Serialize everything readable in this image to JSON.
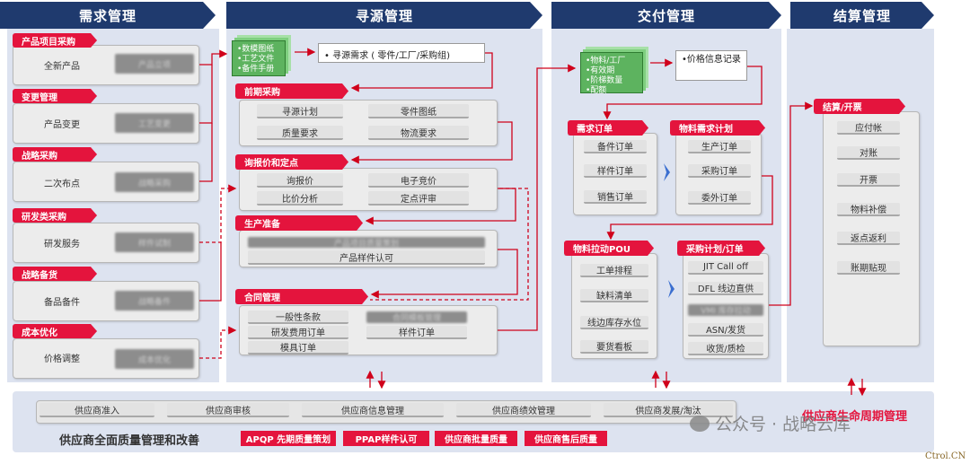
{
  "headers": {
    "demand": "需求管理",
    "sourcing": "寻源管理",
    "delivery": "交付管理",
    "settlement": "结算管理"
  },
  "demand": {
    "sections": [
      {
        "tag": "产品项目采购",
        "item": "全新产品",
        "blurred": "产品立项"
      },
      {
        "tag": "变更管理",
        "item": "产品变更",
        "blurred": "工艺变更"
      },
      {
        "tag": "战略采购",
        "item": "二次布点",
        "blurred": "战略采购"
      },
      {
        "tag": "研发类采购",
        "item": "研发服务",
        "blurred": "样件试制"
      },
      {
        "tag": "战略备货",
        "item": "备品备件",
        "blurred": "战略备件"
      },
      {
        "tag": "成本优化",
        "item": "价格调整",
        "blurred": "成本优化"
      }
    ]
  },
  "sourcing": {
    "docs": [
      "•数模图纸",
      "•工艺文件",
      "•备件手册"
    ],
    "request": "• 寻源需求 ( 零件/工厂/采购组)",
    "presourcing": {
      "tag": "前期采购",
      "items": [
        "寻源计划",
        "零件图纸",
        "质量要求",
        "物流要求"
      ]
    },
    "inquiry": {
      "tag": "询报价和定点",
      "items": [
        "询报价",
        "电子竞价",
        "比价分析",
        "定点评审"
      ]
    },
    "production": {
      "tag": "生产准备",
      "blurred": "产品项目质量策划",
      "item": "产品样件认可"
    },
    "contract": {
      "tag": "合同管理",
      "items": [
        "一般性条款",
        "研发费用订单",
        "模具订单",
        "样件订单"
      ],
      "blurred": "合同模板管理"
    }
  },
  "delivery": {
    "docs": [
      "•物料/工厂",
      "•有效期",
      "•阶梯数量",
      "•配额"
    ],
    "price_record": "•价格信息记录",
    "demand_order": {
      "tag": "需求订单",
      "items": [
        "备件订单",
        "样件订单",
        "销售订单"
      ]
    },
    "material_plan": {
      "tag": "物料需求计划",
      "items": [
        "生产订单",
        "采购订单",
        "委外订单"
      ]
    },
    "pull": {
      "tag": "物料拉动POU",
      "items": [
        "工单排程",
        "缺料清单",
        "线边库存水位",
        "要货看板"
      ]
    },
    "purchase_plan": {
      "tag": "采购计划/订单",
      "items": [
        "JIT Call off",
        "DFL 线边直供"
      ],
      "blurred": "VMI 库存拉动",
      "items2": [
        "ASN/发货",
        "收货/质检"
      ]
    }
  },
  "settlement": {
    "tag": "结算/开票",
    "items": [
      "应付帐",
      "对账",
      "开票",
      "物料补偿",
      "返点返利",
      "账期贴现"
    ]
  },
  "lifecycle": {
    "steps": [
      "供应商准入",
      "供应商审核",
      "供应商信息管理",
      "供应商绩效管理",
      "供应商发展/淘汰"
    ],
    "title": "供应商全面质量管理和改善",
    "badges": [
      "APQP 先期质量策划",
      "PPAP样件认可",
      "供应商批量质量",
      "供应商售后质量"
    ],
    "lifecycle_label": "供应商生命周期管理"
  },
  "watermark": {
    "text": "公众号 · 战略云库",
    "site": "Ctrol.CN"
  },
  "colors": {
    "header": "#1f3a6e",
    "tag": "#e4143d",
    "column_bg": "#dde3f0",
    "arrow": "#d0021b"
  }
}
